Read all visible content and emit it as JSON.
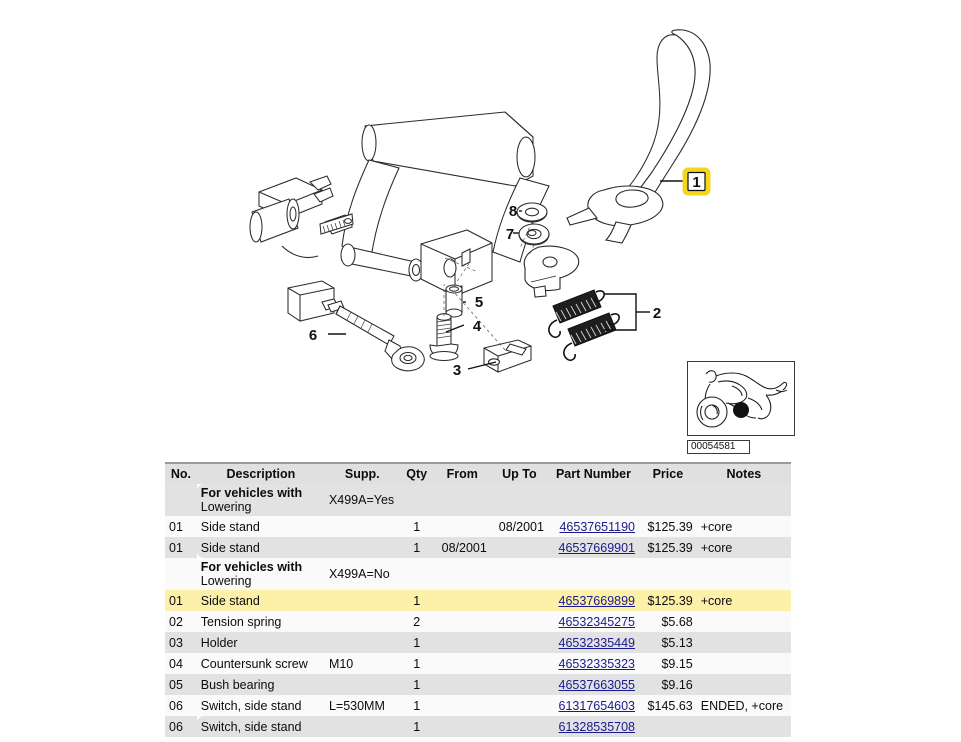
{
  "diagram": {
    "thumbnail_caption": "00054581",
    "callouts": [
      {
        "id": "1",
        "label": "1",
        "highlighted": true
      },
      {
        "id": "2",
        "label": "2",
        "highlighted": false
      },
      {
        "id": "3",
        "label": "3",
        "highlighted": false
      },
      {
        "id": "4",
        "label": "4",
        "highlighted": false
      },
      {
        "id": "5",
        "label": "5",
        "highlighted": false
      },
      {
        "id": "6",
        "label": "6",
        "highlighted": false
      },
      {
        "id": "7",
        "label": "7",
        "highlighted": false
      },
      {
        "id": "8",
        "label": "8",
        "highlighted": false
      }
    ]
  },
  "table": {
    "headers": {
      "no": "No.",
      "description": "Description",
      "supp": "Supp.",
      "qty": "Qty",
      "from": "From",
      "upto": "Up To",
      "part_number": "Part Number",
      "price": "Price",
      "notes": "Notes"
    },
    "rows": [
      {
        "kind": "group",
        "no": "",
        "desc_line1": "For vehicles with",
        "desc_line2": "Lowering",
        "supp": "X499A=Yes",
        "qty": "",
        "from": "",
        "upto": "",
        "part_number": "",
        "price": "",
        "notes": ""
      },
      {
        "kind": "part",
        "no": "01",
        "desc": "Side stand",
        "supp": "",
        "qty": "1",
        "from": "",
        "upto": "08/2001",
        "part_number": "46537651190",
        "price": "$125.39",
        "notes": "+core"
      },
      {
        "kind": "part",
        "no": "01",
        "desc": "Side stand",
        "supp": "",
        "qty": "1",
        "from": "08/2001",
        "upto": "",
        "part_number": "46537669901",
        "price": "$125.39",
        "notes": "+core"
      },
      {
        "kind": "group",
        "no": "",
        "desc_line1": "For vehicles with",
        "desc_line2": "Lowering",
        "supp": "X499A=No",
        "qty": "",
        "from": "",
        "upto": "",
        "part_number": "",
        "price": "",
        "notes": ""
      },
      {
        "kind": "part",
        "highlighted": true,
        "no": "01",
        "desc": "Side stand",
        "supp": "",
        "qty": "1",
        "from": "",
        "upto": "",
        "part_number": "46537669899",
        "price": "$125.39",
        "notes": "+core"
      },
      {
        "kind": "part",
        "no": "02",
        "desc": "Tension spring",
        "supp": "",
        "qty": "2",
        "from": "",
        "upto": "",
        "part_number": "46532345275",
        "price": "$5.68",
        "notes": ""
      },
      {
        "kind": "part",
        "no": "03",
        "desc": "Holder",
        "supp": "",
        "qty": "1",
        "from": "",
        "upto": "",
        "part_number": "46532335449",
        "price": "$5.13",
        "notes": ""
      },
      {
        "kind": "part",
        "no": "04",
        "desc": "Countersunk screw",
        "supp": "M10",
        "qty": "1",
        "from": "",
        "upto": "",
        "part_number": "46532335323",
        "price": "$9.15",
        "notes": ""
      },
      {
        "kind": "part",
        "no": "05",
        "desc": "Bush bearing",
        "supp": "",
        "qty": "1",
        "from": "",
        "upto": "",
        "part_number": "46537663055",
        "price": "$9.16",
        "notes": ""
      },
      {
        "kind": "part",
        "no": "06",
        "desc": "Switch, side stand",
        "supp": "L=530MM",
        "qty": "1",
        "from": "",
        "upto": "",
        "part_number": "61317654603",
        "price": "$145.63",
        "notes": "ENDED, +core"
      },
      {
        "kind": "part",
        "no": "06",
        "desc": "Switch, side stand",
        "supp": "",
        "qty": "1",
        "from": "",
        "upto": "",
        "part_number": "61328535708",
        "price": "",
        "notes": ""
      }
    ]
  },
  "colors": {
    "highlight_row": "#fdf0a8",
    "badge_yellow": "#f3d61e",
    "link": "#1a1a8c",
    "group_bracket": "#8b3a2e",
    "header_bg": "#e0e0e0"
  }
}
